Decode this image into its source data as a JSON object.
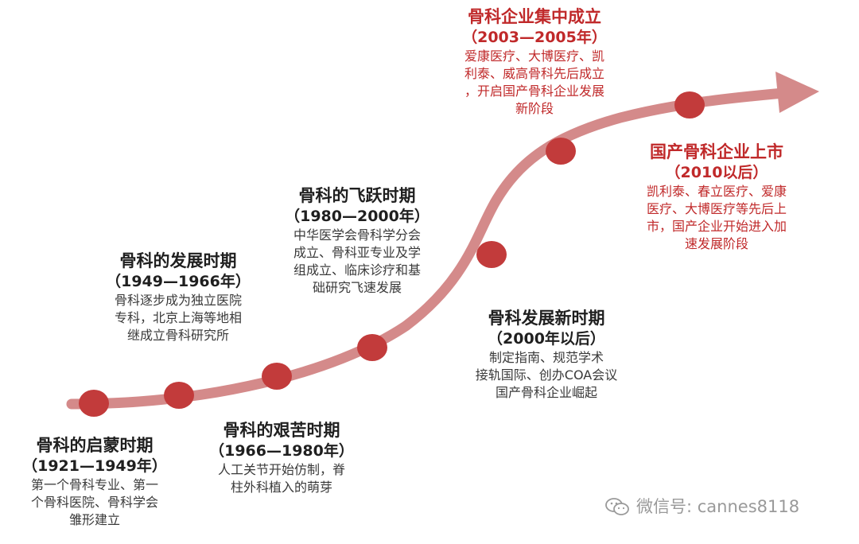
{
  "stages": [
    {
      "title": "骨科的启蒙时期",
      "years": "（1921—1949年）",
      "lines": [
        "第一个骨科专业、第一",
        "个骨科医院、骨科学会",
        "雏形建立"
      ]
    },
    {
      "title": "骨科的发展时期",
      "years": "（1949—1966年）",
      "lines": [
        "骨科逐步成为独立医院",
        "专科，北京上海等地相",
        "继成立骨科研究所"
      ]
    },
    {
      "title": "骨科的艰苦时期",
      "years": "（1966—1980年）",
      "lines": [
        "人工关节开始仿制，脊",
        "柱外科植入的萌芽"
      ]
    },
    {
      "title": "骨科的飞跃时期",
      "years": "（1980—2000年）",
      "lines": [
        "中华医学会骨科学分会",
        "成立、骨科亚专业及学",
        "组成立、临床诊疗和基",
        "础研究飞速发展"
      ]
    },
    {
      "title": "骨科发展新时期",
      "years": "（2000年以后）",
      "lines": [
        "制定指南、规范学术",
        "接轨国际、创办COA会议",
        "国产骨科企业崛起"
      ]
    },
    {
      "title": "骨科企业集中成立",
      "years": "（2003—2005年）",
      "lines": [
        "爱康医疗、大博医疗、凯",
        "利泰、威高骨科先后成立",
        "，开启国产骨科企业发展",
        "新阶段"
      ]
    },
    {
      "title": "国产骨科企业上市",
      "years": "（2010以后）",
      "lines": [
        "凯利泰、春立医疗、爱康",
        "医疗、大博医疗等先后上",
        "市，国产企业开始进入加",
        "速发展阶段"
      ]
    }
  ],
  "watermark": {
    "text": "微信号: cannes8118",
    "icon": "wechat-icon"
  },
  "colors": {
    "arrow": "#d48a8a",
    "node": "#c23b3b",
    "highlight_text": "#c0292a",
    "body_text": "#3a3a3a"
  }
}
